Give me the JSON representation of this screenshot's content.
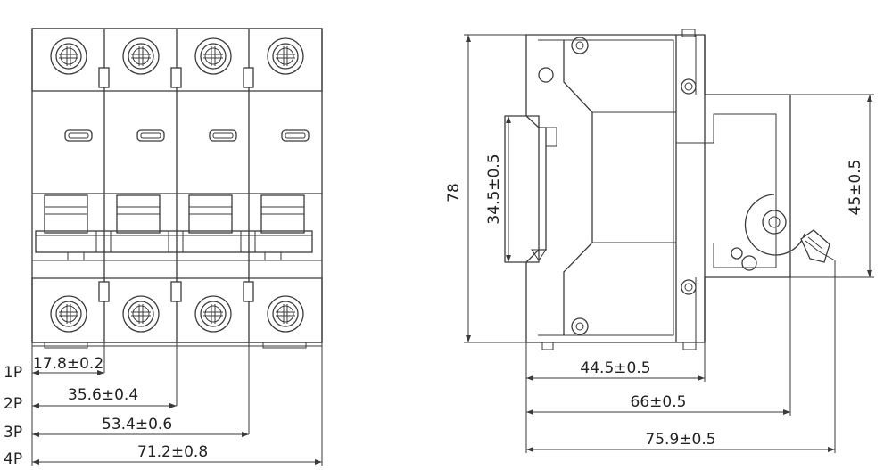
{
  "front_view": {
    "pole_labels": [
      "1P",
      "2P",
      "3P",
      "4P"
    ],
    "width_dims": [
      "17.8±0.2",
      "35.6±0.4",
      "53.4±0.6",
      "71.2±0.8"
    ]
  },
  "side_view": {
    "height_dim": "78",
    "rail_slot_dim": "34.5±0.5",
    "right_height_dim": "45±0.5",
    "depth_dims": [
      "44.5±0.5",
      "66±0.5",
      "75.9±0.5"
    ]
  }
}
